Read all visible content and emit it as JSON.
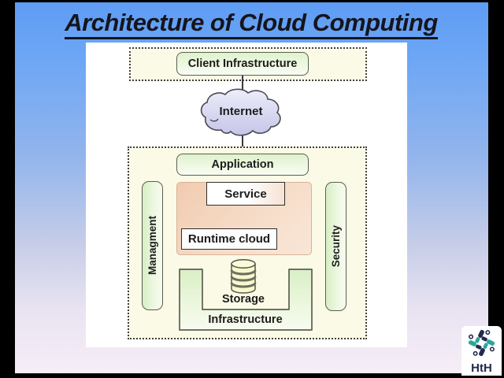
{
  "title": "Architecture of Cloud Computing",
  "diagram": {
    "front_end": {
      "client_infrastructure": "Client Infrastructure"
    },
    "internet": "Internet",
    "back_end": {
      "application": "Application",
      "management": "Managment",
      "security": "Security",
      "service": "Service",
      "runtime_cloud": "Runtime cloud",
      "storage": "Storage",
      "infrastructure": "Infrastructure"
    }
  },
  "logo": {
    "text": "HtH",
    "icon": "circuit-pinwheel-icon"
  },
  "icons": {
    "internet": "cloud-shape-icon",
    "storage": "database-cylinder-icon"
  },
  "colors": {
    "background_top": "#5e9cf4",
    "background_bottom": "#f6eef7",
    "frame": "#000000",
    "panel": "#ffffff",
    "zone_fill": "#fbfae6",
    "green_box_top": "#def2cc",
    "green_box_bottom": "#f8fcf2",
    "orange_fill": "#f1cbb0",
    "cloud_fill": "#d9d9f2",
    "cylinder_fill": "#f8f8cd",
    "title_text": "#15151d",
    "logo_navy": "#232a4d",
    "logo_teal": "#29a79b"
  }
}
